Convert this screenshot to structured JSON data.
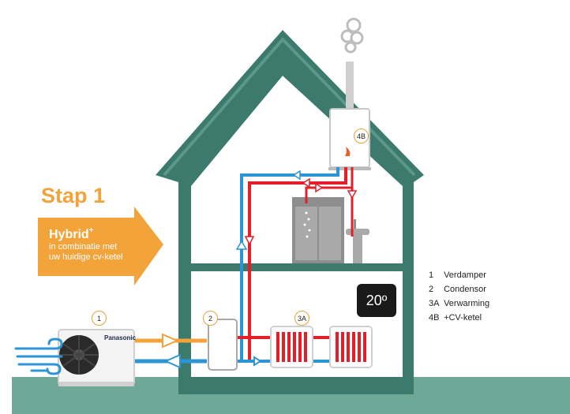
{
  "step": {
    "title": "Stap 1"
  },
  "arrow": {
    "title": "Hybrid",
    "title_sup": "+",
    "line1": "in combinatie met",
    "line2": "uw huidige cv-ketel"
  },
  "temperature": "20º",
  "brand": "Panasonic",
  "badges": {
    "heat_pump": "1",
    "condensor": "2",
    "radiator": "3A",
    "boiler": "4B"
  },
  "legend": [
    {
      "num": "1",
      "label": "Verdamper"
    },
    {
      "num": "2",
      "label": "Condensor"
    },
    {
      "num": "3A",
      "label": "Verwarming"
    },
    {
      "num": "4B",
      "label": "+CV-ketel"
    }
  ],
  "colors": {
    "house": "#3b7a6c",
    "house_inner": "#4f8d7e",
    "ground": "#6fa897",
    "hot_pipe": "#e3202a",
    "cold_pipe": "#2d94d6",
    "hybrid_pipe": "#f2a33a",
    "accent": "#f2a33a"
  }
}
